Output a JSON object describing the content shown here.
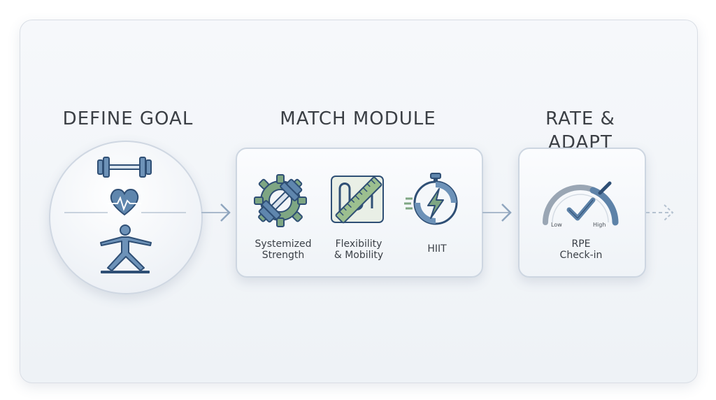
{
  "steps": [
    {
      "heading": "DEFINE GOAL"
    },
    {
      "heading": "MATCH MODULE",
      "modules": [
        {
          "line1": "Systemized",
          "line2": "Strength",
          "icon": "dumbbell-gear-icon"
        },
        {
          "line1": "Flexibility",
          "line2": "& Mobility",
          "icon": "ruler-stretch-icon"
        },
        {
          "line1": "HIIT",
          "line2": "",
          "icon": "stopwatch-lightning-icon"
        }
      ]
    },
    {
      "heading": "RATE & ADAPT",
      "gauge": {
        "low": "Low",
        "high": "High"
      },
      "label_line1": "RPE",
      "label_line2": "Check-in"
    }
  ],
  "colors": {
    "blue": "#5d82a8",
    "green": "#7ea683",
    "heart": "#5f86ad",
    "outline": "#2f4f75"
  },
  "goal_icons": [
    "dumbbell-icon",
    "heart-pulse-icon",
    "yoga-pose-icon"
  ]
}
